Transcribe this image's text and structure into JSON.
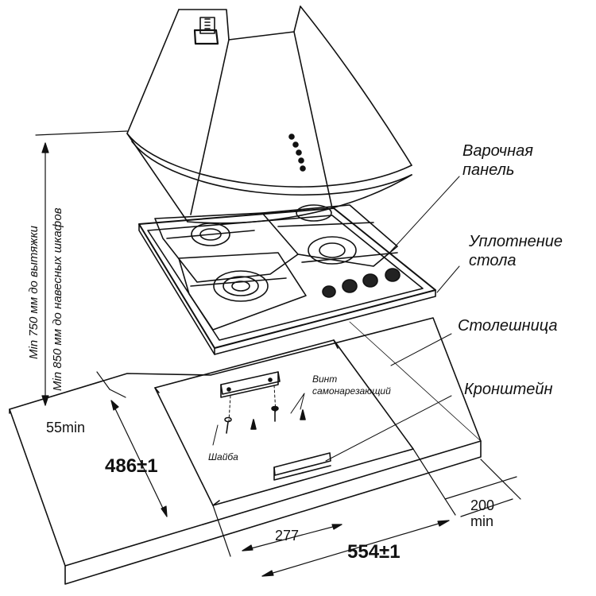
{
  "labels": {
    "hob": "Варочная\nпанель",
    "hob_line1": "Варочная",
    "hob_line2": "панель",
    "seal_line1": "Уплотнение",
    "seal_line2": "стола",
    "worktop": "Столешница",
    "bracket": "Кронштейн",
    "screw_line1": "Винт",
    "screw_line2": "самонарезающий",
    "washer": "Шайба"
  },
  "dimensions": {
    "min_hood": "Min 750 мм до вытяжки",
    "min_cabinet": "Min 850 мм до навесных шкафов",
    "edge_min": "55min",
    "depth": "486±1",
    "width": "554±1",
    "half_width": "277",
    "wall_gap_value": "200",
    "wall_gap_unit": "min"
  }
}
